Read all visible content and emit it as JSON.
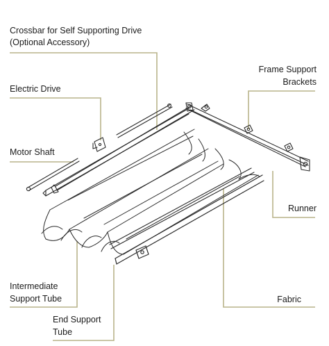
{
  "colors": {
    "leader": "#b9b48a",
    "ink": "#2a2a2a",
    "text": "#1a1a1a"
  },
  "labels": {
    "crossbar_line1": "Crossbar for Self Supporting Drive",
    "crossbar_line2": "(Optional Accessory)",
    "electric_drive": "Electric Drive",
    "motor_shaft": "Motor Shaft",
    "intermediate_line1": "Intermediate",
    "intermediate_line2": "Support Tube",
    "end_support_line1": "End Support",
    "end_support_line2": "Tube",
    "frame_support_line1": "Frame Support",
    "frame_support_line2": "Brackets",
    "runner": "Runner",
    "fabric": "Fabric"
  }
}
